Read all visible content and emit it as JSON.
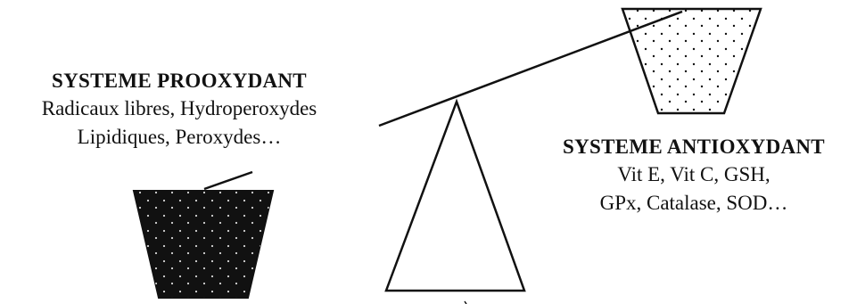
{
  "prooxydant": {
    "title": "SYSTEME PROOXYDANT",
    "line1": "Radicaux libres, Hydroperoxydes",
    "line2": "Lipidiques, Peroxydes…"
  },
  "antioxydant": {
    "title": "SYSTEME ANTIOXYDANT",
    "line1": "Vit E, Vit C, GSH,",
    "line2": "GPx, Catalase, SOD…"
  },
  "colors": {
    "ink": "#111111",
    "background": "#ffffff",
    "dot": "#d8d8d8"
  }
}
